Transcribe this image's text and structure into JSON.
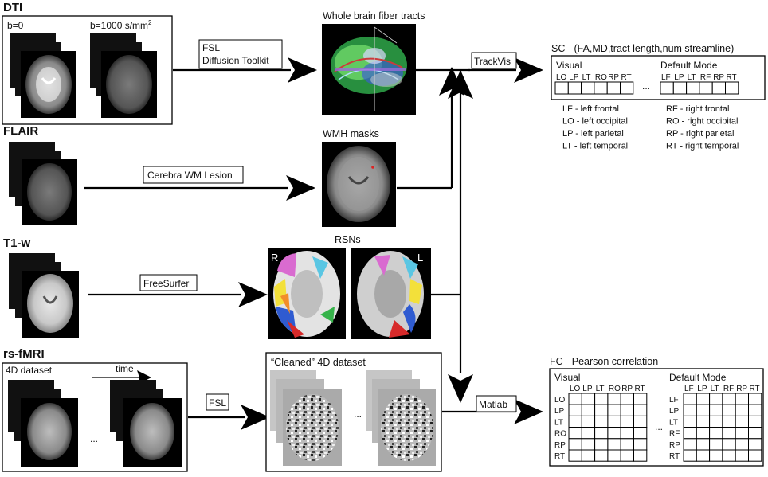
{
  "sections": {
    "dti": "DTI",
    "flair": "FLAIR",
    "t1": "T1-w",
    "rsfmri": "rs-fMRI"
  },
  "dti": {
    "b0_label": "b=0",
    "b1000_label": "b=1000 s/mm",
    "b1000_sup": "2"
  },
  "tools": {
    "fsl_dtk_line1": "FSL",
    "fsl_dtk_line2": "Diffusion Toolkit",
    "cerebra": "Cerebra WM Lesion",
    "freesurfer": "FreeSurfer",
    "fsl": "FSL",
    "trackvis": "TrackVis",
    "matlab": "Matlab"
  },
  "outputs": {
    "fiber_tracts": "Whole brain fiber tracts",
    "wmh_masks": "WMH masks",
    "rsns": "RSNs",
    "rsn_right": "R",
    "rsn_left": "L",
    "cleaned_prefix": "“Cleaned”",
    "cleaned_suffix": " 4D dataset"
  },
  "fmri": {
    "dataset_label": "4D dataset",
    "time_label": "time",
    "ellipsis": "..."
  },
  "sc": {
    "title": "SC - (FA,MD,tract length,num streamline)",
    "visual": "Visual",
    "default_mode": "Default Mode",
    "visual_cols": [
      "LO",
      "LP",
      "LT",
      "RO",
      "RP",
      "RT"
    ],
    "dm_cols": [
      "LF",
      "LP",
      "LT",
      "RF",
      "RP",
      "RT"
    ],
    "ellipsis": "...",
    "legend_left": [
      "LF - left frontal",
      "LO - left occipital",
      "LP - left parietal",
      "LT - left temporal"
    ],
    "legend_right": [
      "RF - right frontal",
      "RO - right occipital",
      "RP - right parietal",
      "RT - right temporal"
    ]
  },
  "fc": {
    "title": "FC - Pearson correlation",
    "visual": "Visual",
    "default_mode": "Default Mode",
    "visual_cols": [
      "LO",
      "LP",
      "LT",
      "RO",
      "RP",
      "RT"
    ],
    "visual_rows": [
      "LO",
      "LP",
      "LT",
      "RO",
      "RP",
      "RT"
    ],
    "dm_cols": [
      "LF",
      "LP",
      "LT",
      "RF",
      "RP",
      "RT"
    ],
    "dm_rows": [
      "LF",
      "LP",
      "LT",
      "RF",
      "RP",
      "RT"
    ],
    "ellipsis": "..."
  }
}
